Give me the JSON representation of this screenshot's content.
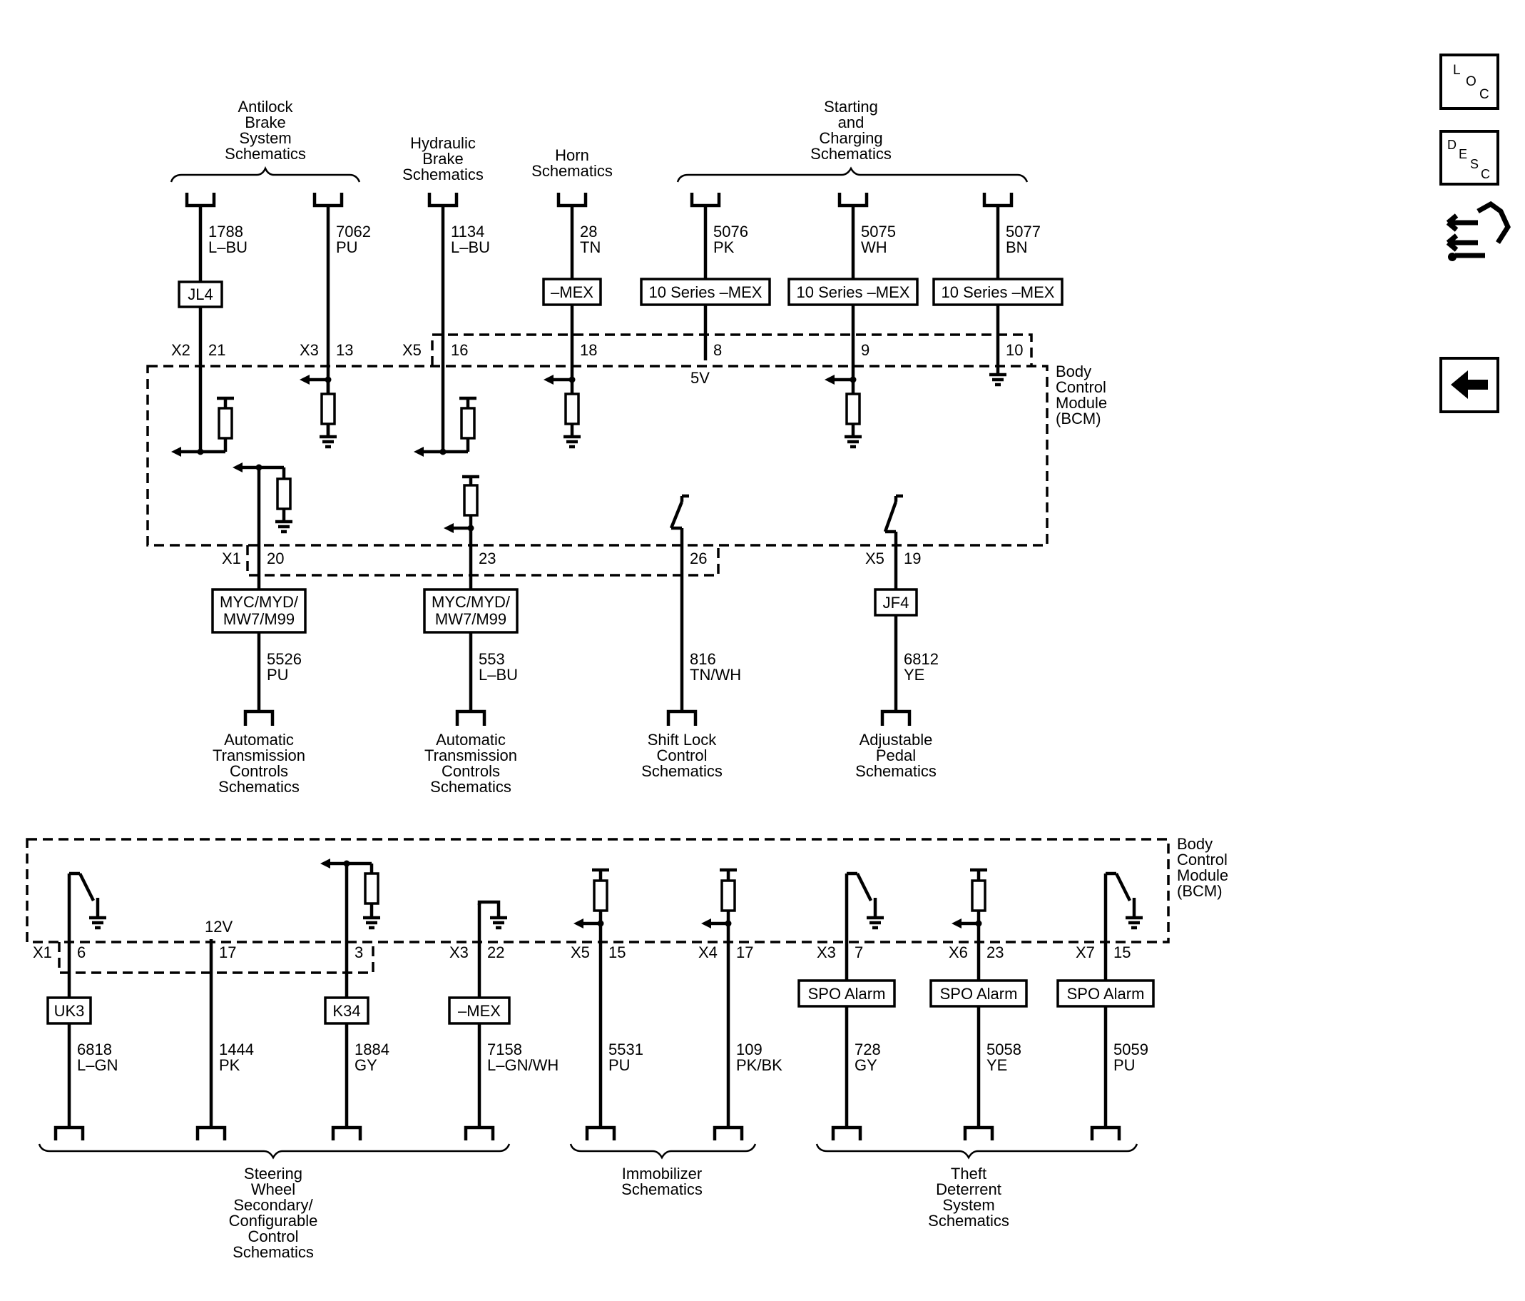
{
  "top": {
    "destinations": {
      "abs": [
        "Antilock",
        "Brake",
        "System",
        "Schematics"
      ],
      "hyd": [
        "Hydraulic",
        "Brake",
        "Schematics"
      ],
      "horn": [
        "Horn",
        "Schematics"
      ],
      "start": [
        "Starting",
        "and",
        "Charging",
        "Schematics"
      ],
      "atc1": [
        "Automatic",
        "Transmission",
        "Controls",
        "Schematics"
      ],
      "atc2": [
        "Automatic",
        "Transmission",
        "Controls",
        "Schematics"
      ],
      "shift": [
        "Shift Lock",
        "Control",
        "Schematics"
      ],
      "pedal": [
        "Adjustable",
        "Pedal",
        "Schematics"
      ]
    },
    "wires": [
      {
        "circuit": "1788",
        "color": "L–BU"
      },
      {
        "circuit": "7062",
        "color": "PU"
      },
      {
        "circuit": "1134",
        "color": "L–BU"
      },
      {
        "circuit": "28",
        "color": "TN"
      },
      {
        "circuit": "5076",
        "color": "PK"
      },
      {
        "circuit": "5075",
        "color": "WH"
      },
      {
        "circuit": "5077",
        "color": "BN"
      },
      {
        "circuit": "5526",
        "color": "PU"
      },
      {
        "circuit": "553",
        "color": "L–BU"
      },
      {
        "circuit": "816",
        "color": "TN/WH"
      },
      {
        "circuit": "6812",
        "color": "YE"
      }
    ],
    "options": {
      "jl4": "JL4",
      "mex_horn": "–MEX",
      "s10_1": "10 Series –MEX",
      "s10_2": "10 Series –MEX",
      "s10_3": "10 Series –MEX",
      "myc1": [
        "MYC/MYD/",
        "MW7/M99"
      ],
      "myc2": [
        "MYC/MYD/",
        "MW7/M99"
      ],
      "jf4": "JF4"
    },
    "pins": {
      "x2": "X2",
      "p21": "21",
      "x3": "X3",
      "p13": "13",
      "x5a": "X5",
      "p16": "16",
      "p18": "18",
      "p8": "8",
      "p9": "9",
      "p10": "10",
      "x1": "X1",
      "p20": "20",
      "p23": "23",
      "p26": "26",
      "x5b": "X5",
      "p19": "19"
    },
    "v5": "5V",
    "module": [
      "Body",
      "Control",
      "Module",
      "(BCM)"
    ]
  },
  "bottom": {
    "module": [
      "Body",
      "Control",
      "Module",
      "(BCM)"
    ],
    "v12": "12V",
    "pins": {
      "x1": "X1",
      "p6": "6",
      "p17a": "17",
      "p3": "3",
      "x3a": "X3",
      "p22": "22",
      "x5": "X5",
      "p15a": "15",
      "x4": "X4",
      "p17b": "17",
      "x3b": "X3",
      "p7": "7",
      "x6": "X6",
      "p23": "23",
      "x7": "X7",
      "p15b": "15"
    },
    "options": {
      "uk3": "UK3",
      "k34": "K34",
      "mex": "–MEX",
      "spo1": "SPO Alarm",
      "spo2": "SPO Alarm",
      "spo3": "SPO Alarm"
    },
    "wires": [
      {
        "circuit": "6818",
        "color": "L–GN"
      },
      {
        "circuit": "1444",
        "color": "PK"
      },
      {
        "circuit": "1884",
        "color": "GY"
      },
      {
        "circuit": "7158",
        "color": "L–GN/WH"
      },
      {
        "circuit": "5531",
        "color": "PU"
      },
      {
        "circuit": "109",
        "color": "PK/BK"
      },
      {
        "circuit": "728",
        "color": "GY"
      },
      {
        "circuit": "5058",
        "color": "YE"
      },
      {
        "circuit": "5059",
        "color": "PU"
      }
    ],
    "destinations": {
      "steering": [
        "Steering",
        "Wheel",
        "Secondary/",
        "Configurable",
        "Control",
        "Schematics"
      ],
      "immo": [
        "Immobilizer",
        "Schematics"
      ],
      "theft": [
        "Theft",
        "Deterrent",
        "System",
        "Schematics"
      ]
    }
  },
  "nav": {
    "loc": [
      "L",
      "O",
      "C"
    ],
    "desc": [
      "D",
      "E",
      "S",
      "C"
    ],
    "links_icon": "connector-links-icon",
    "back_icon": "back-arrow-icon"
  }
}
